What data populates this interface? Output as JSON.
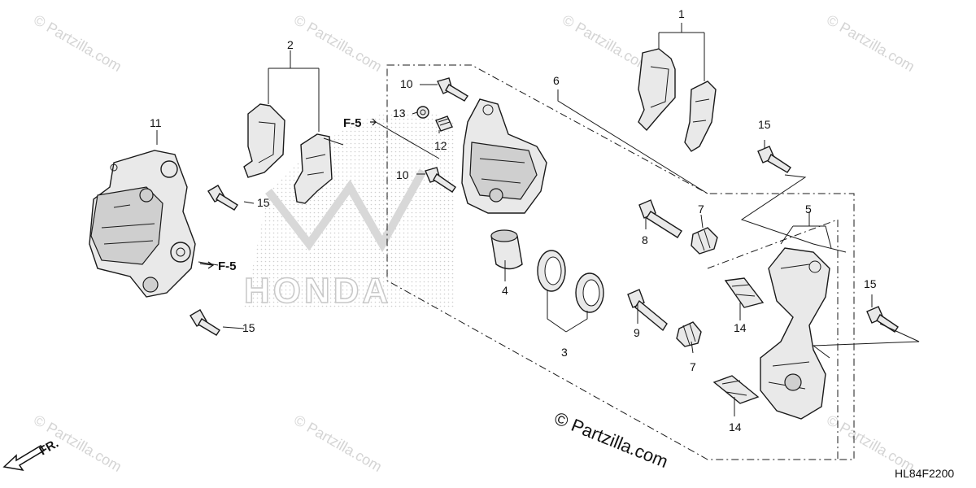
{
  "diagram_code": "HL84F2200",
  "copyright_text": "© Partzilla.com",
  "watermark_text": "© Partzilla.com",
  "honda_logo_text": "HONDA",
  "front_indicator": "FR.",
  "ref_f5": "F-5",
  "callouts": {
    "c1": "1",
    "c2": "2",
    "c3": "3",
    "c4": "4",
    "c5": "5",
    "c6": "6",
    "c7": "7",
    "c8": "8",
    "c9": "9",
    "c10": "10",
    "c11": "11",
    "c12": "12",
    "c13": "13",
    "c14": "14",
    "c15": "15"
  },
  "colors": {
    "line": "#1a1a1a",
    "part_fill": "#e9e9e9",
    "watermark": "#d4d4d4"
  }
}
